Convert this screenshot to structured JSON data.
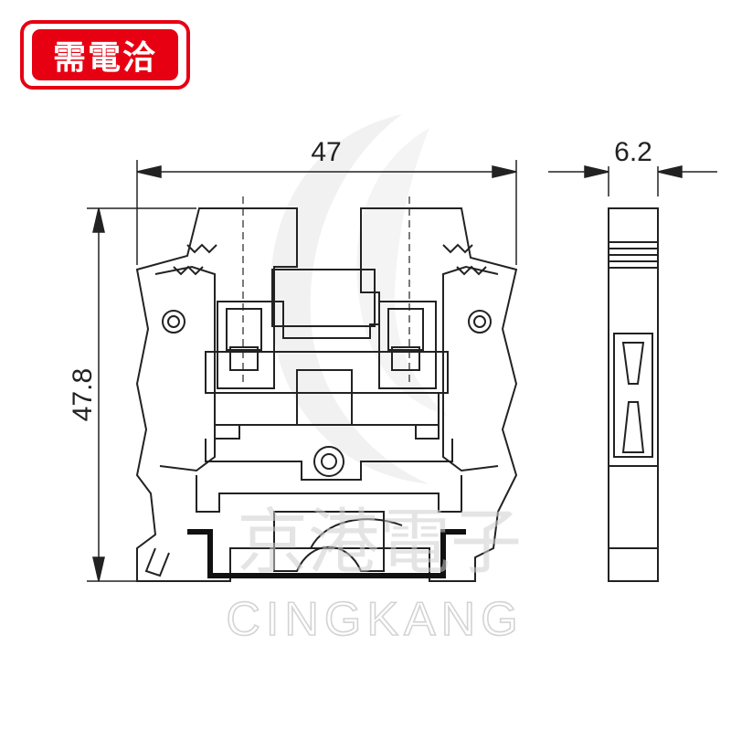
{
  "brand": {
    "label": "需電洽",
    "color": "#e60012"
  },
  "dimensions": {
    "width": "47",
    "height": "47.8",
    "thickness": "6.2"
  },
  "watermark": {
    "chinese": "京港電子",
    "english": "CINGKANG"
  }
}
